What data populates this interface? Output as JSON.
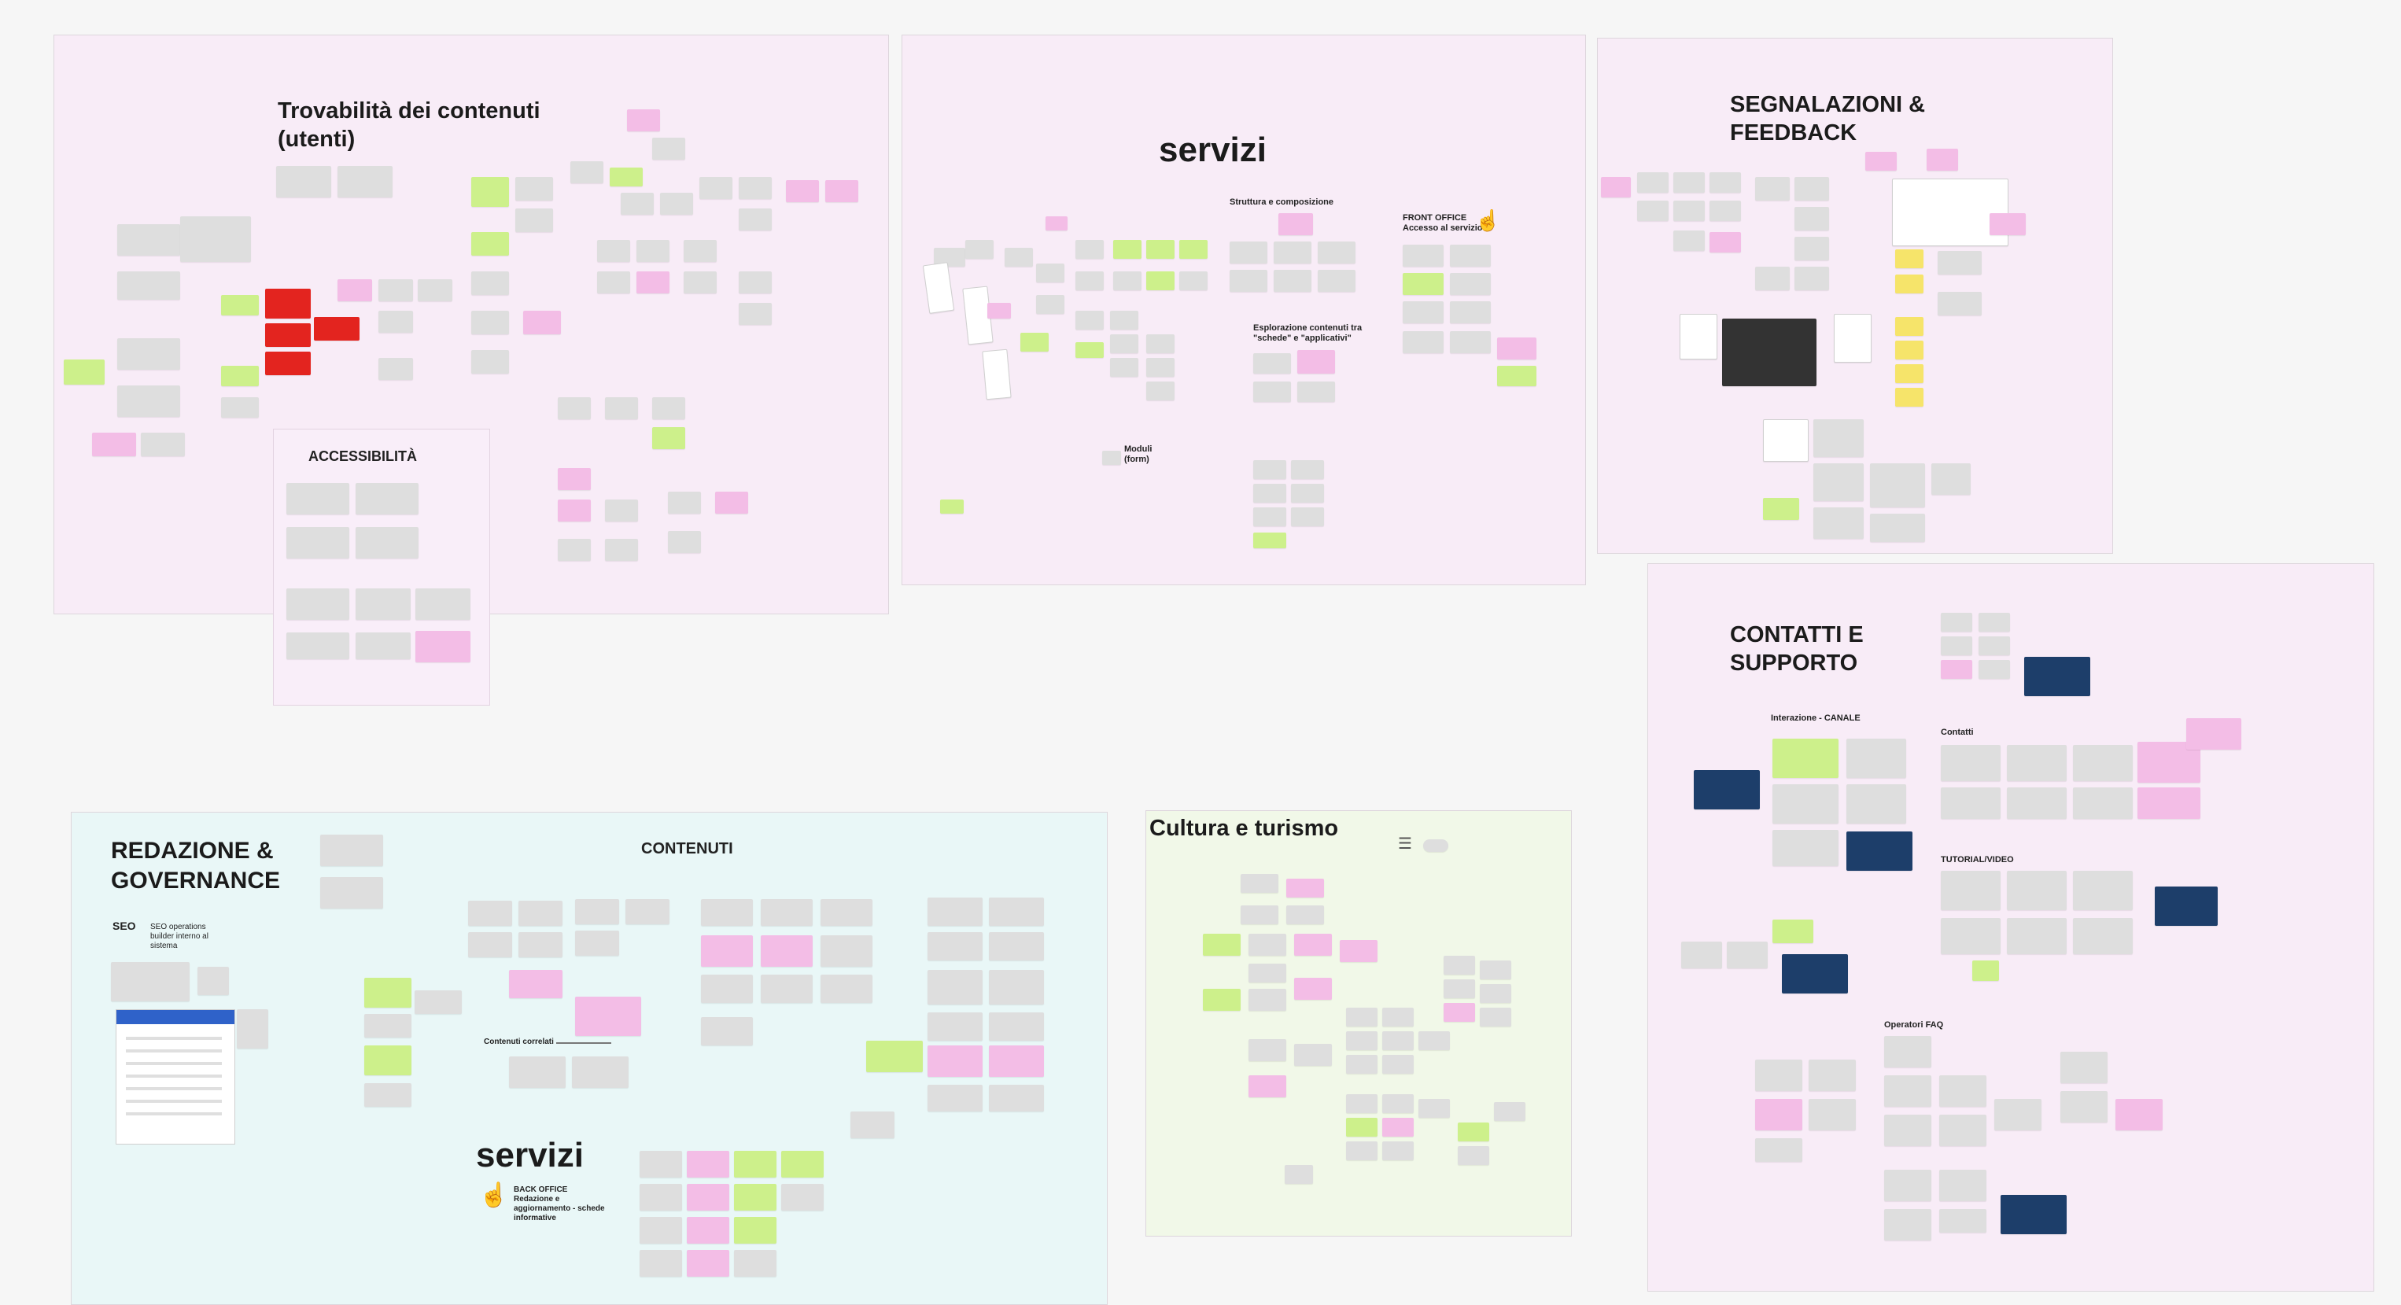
{
  "boards": [
    {
      "id": "trovabilita",
      "title": "Trovabilità dei contenuti\n(utenti)",
      "color": "pink"
    },
    {
      "id": "servizi-top",
      "title": "servizi",
      "color": "pink"
    },
    {
      "id": "segnalazioni",
      "title": "SEGNALAZIONI &\nFEEDBACK",
      "color": "pink"
    },
    {
      "id": "contatti",
      "title": "CONTATTI E\nSUPPORTO",
      "color": "pink"
    },
    {
      "id": "redazione",
      "title": "REDAZIONE &\nGOVERNANCE",
      "color": "cyan"
    },
    {
      "id": "cultura",
      "title": "Cultura e turismo",
      "color": "green"
    }
  ],
  "sub_titles": {
    "accessibilita": "ACCESSIBILITÀ",
    "contenuti": "CONTENUTI",
    "servizi_bottom": "servizi",
    "seo": "SEO",
    "front_office": "FRONT OFFICE\nAccesso al servizio",
    "back_office": "BACK OFFICE\nRedazione e\naggiornamento - schede\ninformative",
    "struttura": "Struttura e composizione",
    "esplorazione": "Esplorazione contenuti tra\n\"schede\" e \"applicativi\"",
    "moduli": "Moduli\n(form)",
    "interazione_canale": "Interazione - CANALE",
    "contatti_label": "Contatti",
    "tutorial": "TUTORIAL/VIDEO",
    "operatori": "Operatori FAQ",
    "seo_note": "SEO operations\nbuilder interno al\nsistema",
    "contenuti_relazionati": "Contenuti correlati"
  },
  "colors": {
    "pink_board": "#f8ecf7",
    "green_board": "#f1f8e8",
    "cyan_board": "#e9f7f7",
    "note_grey": "#dedede",
    "note_pink": "#f3bde6",
    "note_green": "#cdf08b",
    "note_yellow": "#f6e46a",
    "note_red": "#e3241f",
    "note_navy": "#1d3e6a"
  }
}
